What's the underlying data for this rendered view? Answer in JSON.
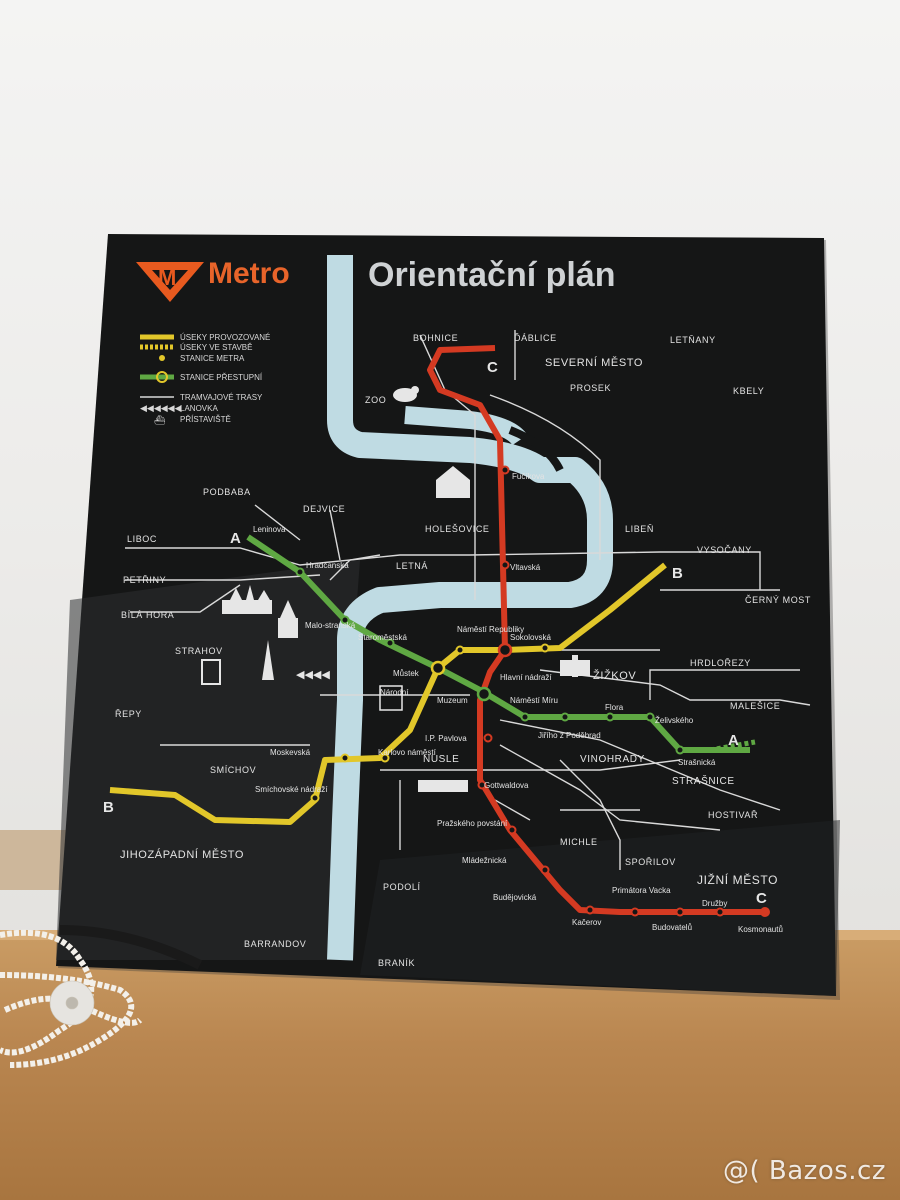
{
  "sign": {
    "brand": "Metro",
    "title": "Orientační plán"
  },
  "legend": {
    "items": [
      "ÚSEKY PROVOZOVANÉ",
      "ÚSEKY VE STAVBĚ",
      "STANICE METRA",
      "STANICE PŘESTUPNÍ",
      "TRAMVAJOVÉ TRASY",
      "LANOVKA",
      "PŘÍSTAVIŠTĚ"
    ]
  },
  "lines": {
    "a": {
      "label_west": "A",
      "label_east": "A",
      "color": "#5fa843"
    },
    "b": {
      "label_west": "B",
      "label_east": "B",
      "color": "#e2c72a"
    },
    "c": {
      "label_north": "C",
      "label_south": "C",
      "color": "#d43a22"
    }
  },
  "stations": {
    "leninova": "Leninova",
    "hradcanska": "Hradčanská",
    "malostranska": "Malo-stranská",
    "staromestska": "Staroměstská",
    "mustek": "Můstek",
    "muzeum": "Muzeum",
    "namesti_miru": "Náměstí Míru",
    "jiriho": "Jiřího z Poděbrad",
    "flora": "Flora",
    "zelivskeho": "Želivského",
    "strasnicka": "Strašnická",
    "namesti_republiky": "Náměstí Republiky",
    "sokolovska": "Sokolovská",
    "fucikova": "Fučíkova",
    "vltavska": "Vltavská",
    "hlavni_nadrazi": "Hlavní nádraží",
    "ip_pavlova": "I.P. Pavlova",
    "nusle": "NUSLE",
    "karlovo_namesti": "Karlovo náměstí",
    "narodni": "Národní",
    "moskevska": "Moskevská",
    "smichovske_nadrazi": "Smíchovské nádraží",
    "gottwaldova": "Gottwaldova",
    "prazskeho_povstani": "Pražského povstání",
    "mladeznicka": "Mládežnická",
    "budejovicka": "Budějovická",
    "kacerov": "Kačerov",
    "primatora_vacka": "Primátora Vacka",
    "budovatelu": "Budovatelů",
    "druzby": "Družby",
    "kosmonautu": "Kosmonautů"
  },
  "districts": {
    "bohnice": "BOHNICE",
    "dablice": "ĎÁBLICE",
    "letnany": "LETŇANY",
    "severni_mesto": "SEVERNÍ MĚSTO",
    "prosek": "PROSEK",
    "kbely": "KBELY",
    "zoo": "ZOO",
    "podbaba": "PODBABA",
    "dejvice": "DEJVICE",
    "holesovice": "HOLEŠOVICE",
    "liben": "LIBEŇ",
    "liboc": "LIBOC",
    "letna": "LETNÁ",
    "vysocany": "VYSOČANY",
    "petriny": "PETŘINY",
    "cerny_most": "ČERNÝ MOST",
    "bila_hora": "BÍLÁ HORA",
    "strahov": "STRAHOV",
    "zizkov": "ŽIŽKOV",
    "hrdlorezy": "HRDLOŘEZY",
    "malesice": "MALEŠICE",
    "repy": "ŘEPY",
    "smichov": "SMÍCHOV",
    "vinohrady": "VINOHRADY",
    "strasnice": "STRAŠNICE",
    "hostivar": "HOSTIVAŘ",
    "jihozapadni_mesto": "JIHOZÁPADNÍ MĚSTO",
    "michle": "MICHLE",
    "sporilov": "SPOŘILOV",
    "jizni_mesto": "JIŽNÍ MĚSTO",
    "podoli": "PODOLÍ",
    "barrandov": "BARRANDOV",
    "branik": "BRANÍK"
  },
  "watermark": "@( Bazos.cz"
}
